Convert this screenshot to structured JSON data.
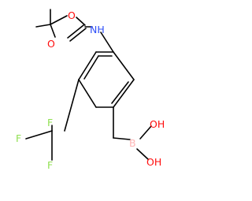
{
  "molecule": {
    "atom_labels": {
      "ester_oxygen": "O",
      "carbonyl_oxygen": "O",
      "amine": "NH",
      "boron": "B",
      "hydroxyl_1": "OH",
      "hydroxyl_2": "OH",
      "fluorine_1": "F",
      "fluorine_2": "F",
      "fluorine_3": "F"
    },
    "colors": {
      "bond": "#000000",
      "oxygen": "#ff0d0d",
      "nitrogen": "#3050f8",
      "boron": "#ffb5b5",
      "fluorine": "#90e050"
    }
  }
}
